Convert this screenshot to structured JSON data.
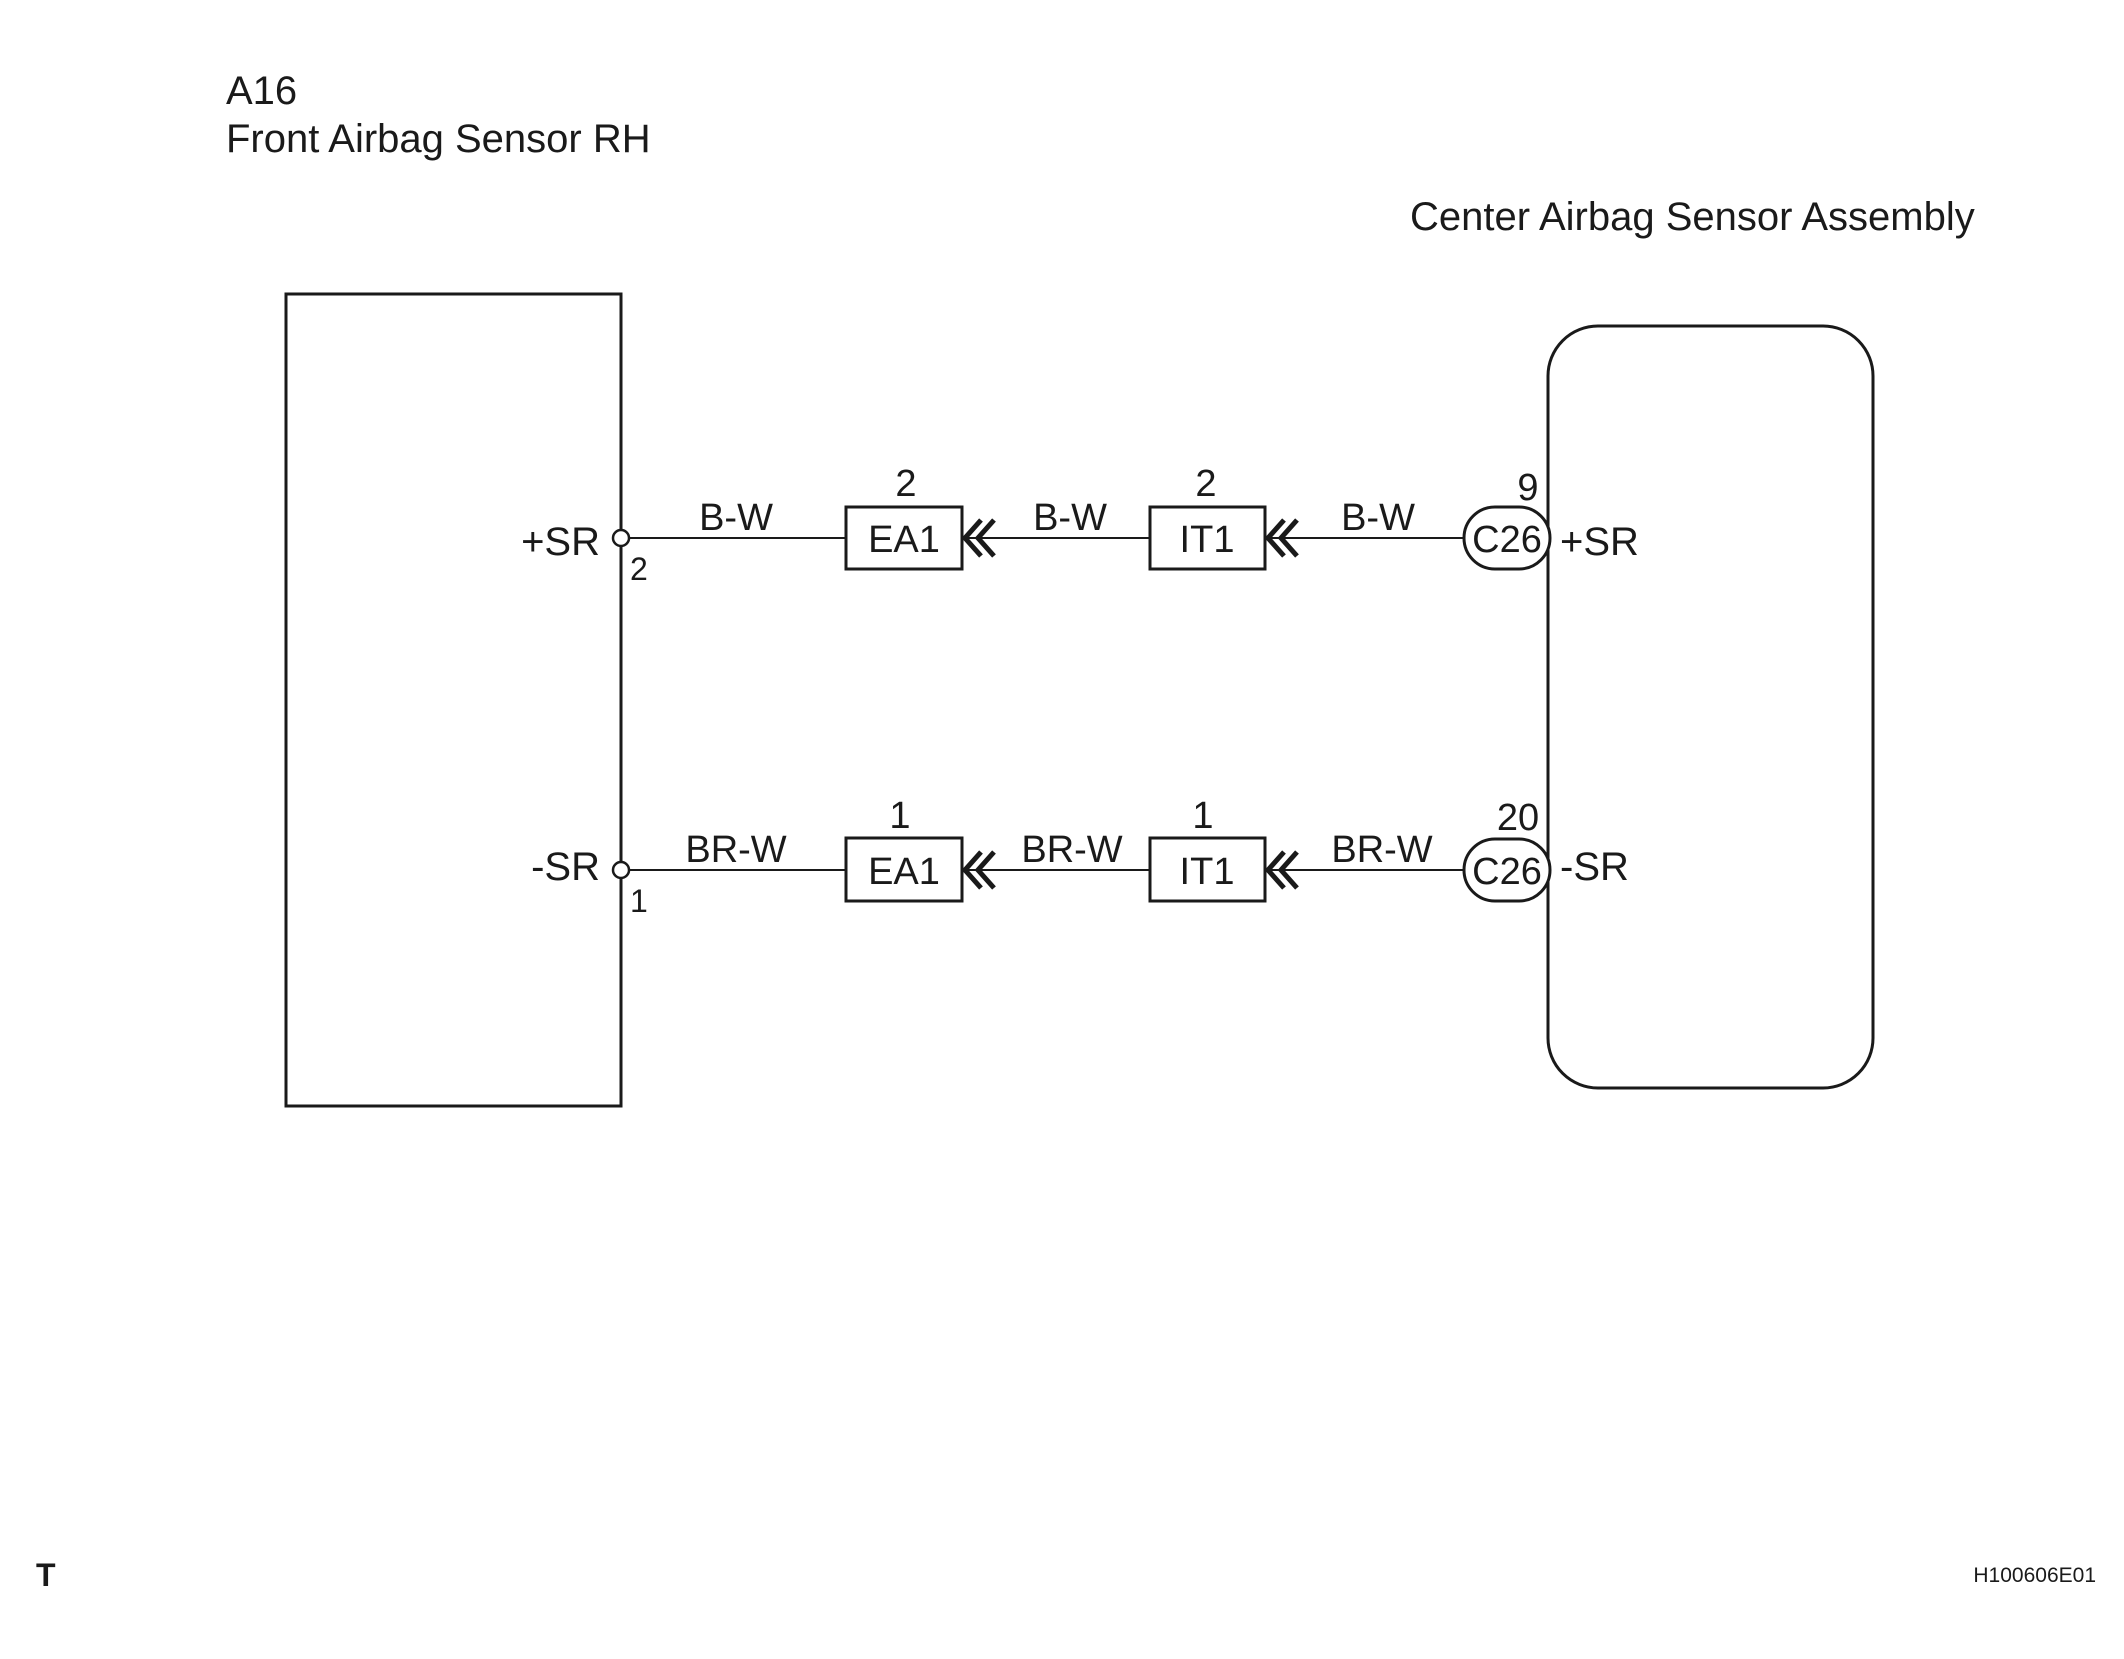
{
  "left_component": {
    "code": "A16",
    "name": "Front Airbag Sensor RH"
  },
  "right_component": {
    "name": "Center Airbag Sensor Assembly"
  },
  "circuits": [
    {
      "left_terminal": "+SR",
      "left_pin": "2",
      "wire1": "B-W",
      "conn1": {
        "name": "EA1",
        "pin": "2"
      },
      "wire2": "B-W",
      "conn2": {
        "name": "IT1",
        "pin": "2"
      },
      "wire3": "B-W",
      "conn3": {
        "name": "C26",
        "pin": "9"
      },
      "right_terminal": "+SR"
    },
    {
      "left_terminal": "-SR",
      "left_pin": "1",
      "wire1": "BR-W",
      "conn1": {
        "name": "EA1",
        "pin": "1"
      },
      "wire2": "BR-W",
      "conn2": {
        "name": "IT1",
        "pin": "1"
      },
      "wire3": "BR-W",
      "conn3": {
        "name": "C26",
        "pin": "20"
      },
      "right_terminal": "-SR"
    }
  ],
  "footer": {
    "left_mark": "T",
    "figure_id": "H100606E01"
  }
}
